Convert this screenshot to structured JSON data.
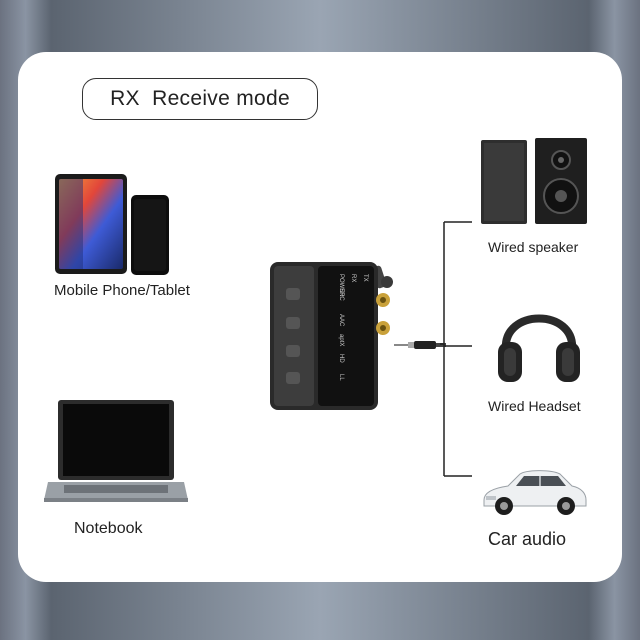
{
  "mode_title": "RX  Receive mode",
  "sources": {
    "phone_tablet_label": "Mobile Phone/Tablet",
    "notebook_label": "Notebook"
  },
  "outputs": {
    "speaker_label": "Wired speaker",
    "headset_label": "Wired Headset",
    "car_label": "Car audio"
  },
  "device_panel": {
    "indicators": [
      "POWER",
      "RX",
      "TX"
    ],
    "keys": [
      "SRC",
      "AAC",
      "aptX",
      "HD",
      "LL"
    ]
  }
}
